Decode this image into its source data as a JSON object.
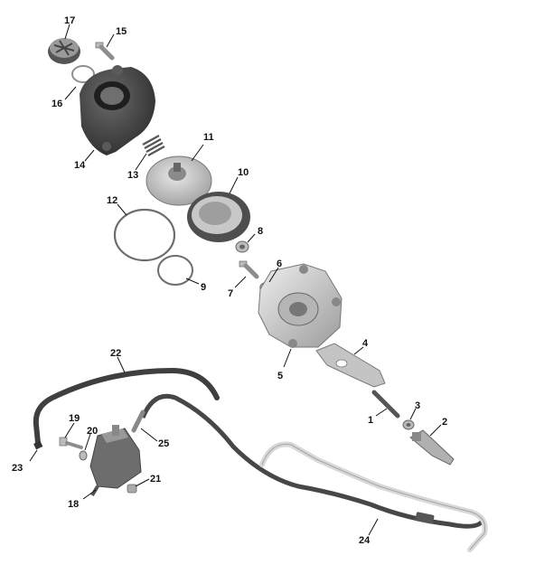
{
  "callouts": {
    "c1": "1",
    "c2": "2",
    "c3": "3",
    "c4": "4",
    "c5": "5",
    "c6": "6",
    "c7": "7",
    "c8": "8",
    "c9": "9",
    "c10": "10",
    "c11": "11",
    "c12": "12",
    "c13": "13",
    "c14": "14",
    "c15": "15",
    "c16": "16",
    "c17": "17",
    "c18": "18",
    "c19": "19",
    "c20": "20",
    "c21": "21",
    "c22": "22",
    "c23": "23",
    "c24": "24",
    "c25": "25"
  },
  "colors": {
    "part_dark": "#3d3d3d",
    "part_mid": "#8a8a8a",
    "part_light": "#cfcfcf",
    "hose": "#4a4a4a",
    "hose_light": "#d9d9d9"
  }
}
